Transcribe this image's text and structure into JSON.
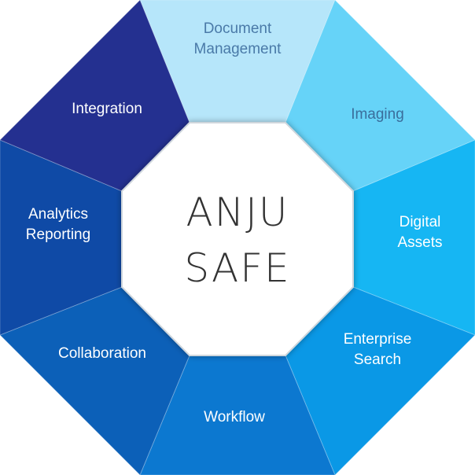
{
  "center": {
    "line1": "ANJU",
    "line2": "SAFE",
    "text_color": "#333333",
    "fill": "#ffffff"
  },
  "segments": [
    {
      "id": "document-management",
      "lines": [
        "Document",
        "Management"
      ],
      "fill": "#b6e6fa",
      "text_color": "#4a7aa8"
    },
    {
      "id": "imaging",
      "lines": [
        "Imaging"
      ],
      "fill": "#66d3f8",
      "text_color": "#3a6e9c"
    },
    {
      "id": "digital-assets",
      "lines": [
        "Digital",
        "Assets"
      ],
      "fill": "#16b6f3",
      "text_color": "#ffffff"
    },
    {
      "id": "enterprise-search",
      "lines": [
        "Enterprise",
        "Search"
      ],
      "fill": "#0a98e6",
      "text_color": "#ffffff"
    },
    {
      "id": "workflow",
      "lines": [
        "Workflow"
      ],
      "fill": "#0c78d0",
      "text_color": "#ffffff"
    },
    {
      "id": "collaboration",
      "lines": [
        "Collaboration"
      ],
      "fill": "#0c60b8",
      "text_color": "#ffffff"
    },
    {
      "id": "analytics-reporting",
      "lines": [
        "Analytics",
        "Reporting"
      ],
      "fill": "#0f4aa6",
      "text_color": "#ffffff"
    },
    {
      "id": "integration",
      "lines": [
        "Integration"
      ],
      "fill": "#243090",
      "text_color": "#ffffff"
    }
  ]
}
